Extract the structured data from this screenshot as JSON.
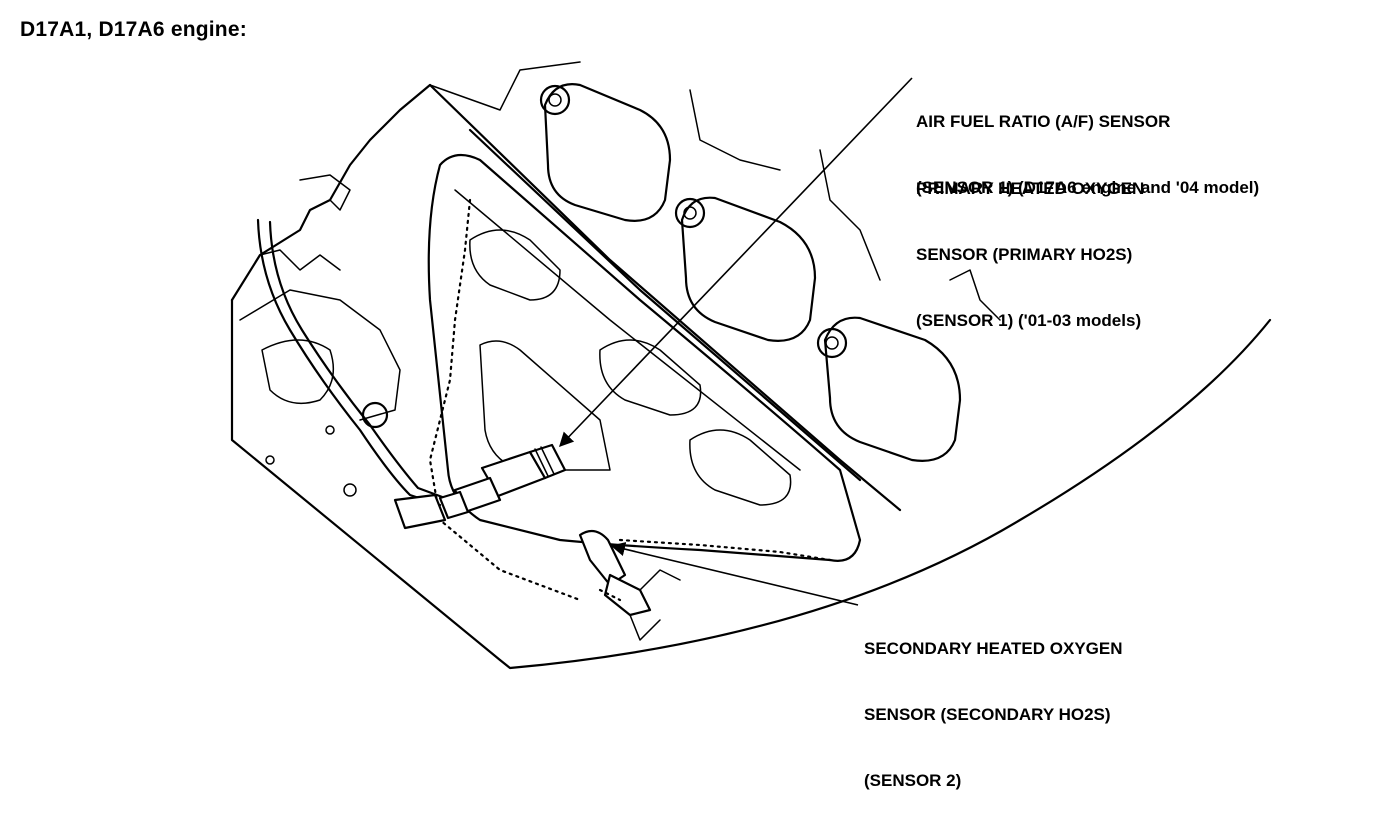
{
  "title": "D17A1, D17A6 engine:",
  "callouts": {
    "af_sensor": {
      "lines": [
        "AIR FUEL RATIO (A/F) SENSOR",
        "(SENSOR 1) (D17A6 engine and '04 model)"
      ]
    },
    "primary_ho2s": {
      "lines": [
        "PRIMARY HEATED OXYGEN",
        "SENSOR (PRIMARY HO2S)",
        "(SENSOR 1) ('01-03 models)"
      ]
    },
    "secondary_ho2s": {
      "lines": [
        "SECONDARY HEATED OXYGEN",
        "SENSOR (SECONDARY HO2S)",
        "(SENSOR 2)"
      ]
    }
  }
}
